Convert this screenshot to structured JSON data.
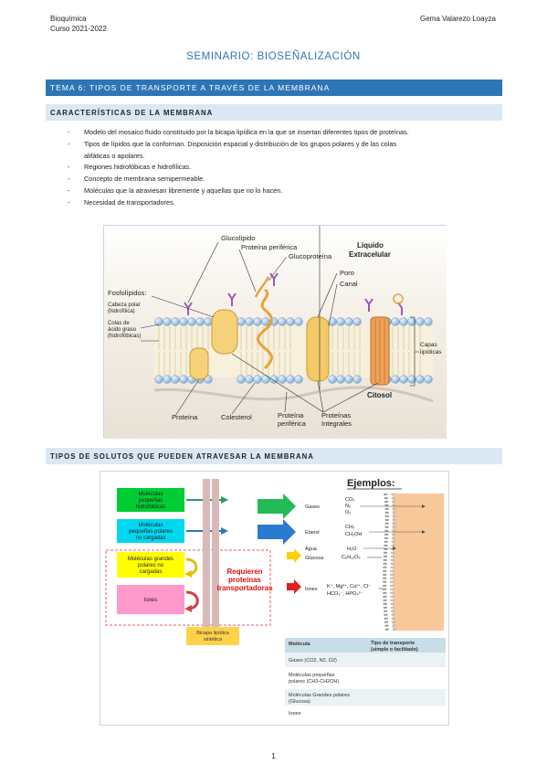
{
  "header": {
    "subject": "Bioquímica",
    "course": "Curso 2021-2022",
    "author": "Gema Valarezo Loayza"
  },
  "page_title": "SEMINARIO: BIOSEÑALIZACIÓN",
  "topic_band": "TEMA 6: TIPOS DE TRANSPORTE A TRAVÉS DE LA MEMBRANA",
  "section1": {
    "heading": "CARACTERÍSTICAS DE LA MEMBRANA",
    "bullets": [
      "Modelo del mosaico fluido constituido por la bicapa lipídica en la que se insertan diferentes tipos de proteínas.",
      "Tipos de lípidos que la conforman. Disposición espacial y distribución de los grupos polares y de las colas",
      "alifáticas o apolares.",
      "Regiones hidrofóbicas e hidrofílicas.",
      "Concepto de membrana semipermeable.",
      "Moléculas que la atraviesan libremente y aquellas que no lo hacen.",
      "Necesidad de transportadores."
    ]
  },
  "figure1": {
    "labels": {
      "glucolipido": "Glucolípido",
      "proteina_periferica_top": "Proteína periférica",
      "glucoproteina": "Glucoproteína",
      "liquido": "Líquido",
      "extracelular": "Extracelular",
      "poro": "Poro",
      "canal": "Canal",
      "fosfolipidos": "Fosfolípidos:",
      "cabeza": "Cabeza polar",
      "cabeza2": "(hidrofílica)",
      "colas": "Colas de",
      "colas2": "ácido graso",
      "colas3": "(hidrofóbicas)",
      "capas": "Capas",
      "capas2": "lipídicas",
      "citosol": "Citosol",
      "proteina": "Proteína",
      "colesterol": "Colesterol",
      "proteina_periferica_bottom": "Proteína",
      "proteina_periferica_bottom2": "periférica",
      "proteinas_integrales": "Proteínas",
      "proteinas_integrales2": "Integrales"
    }
  },
  "section2": {
    "heading": "TIPOS DE SOLUTOS QUE PUEDEN ATRAVESAR LA MEMBRANA"
  },
  "figure2": {
    "boxes": [
      {
        "text1": "Moléculas",
        "text2": "pequeñas",
        "text3": "hidrofóbicas",
        "color": "#00cc33"
      },
      {
        "text1": "Moléculas",
        "text2": "pequeñas polares",
        "text3": "no cargadas",
        "color": "#00d8f0"
      },
      {
        "text1": "Moléculas grandes",
        "text2": "polares no",
        "text3": "cargadas",
        "color": "#ffff00"
      },
      {
        "text1": "Iones",
        "text2": "",
        "text3": "",
        "color": "#ff99cc"
      }
    ],
    "requieren1": "Requieren",
    "requieren2": "proteínas",
    "requieren3": "transportadoras",
    "bicapa1": "Bicapa lipídica",
    "bicapa2": "sintética",
    "ejemplos": "Ejemplos:",
    "examples": [
      {
        "label": "Gases",
        "formula1": "CO₂",
        "formula2": "N₂",
        "formula3": "O₂"
      },
      {
        "label": "Etanol",
        "formula1": "CH₃",
        "formula2": "CH₂OH",
        "formula3": ""
      },
      {
        "label": "Agua",
        "formula1": "H₂O",
        "formula2": "",
        "formula3": ""
      },
      {
        "label": "Glucosa",
        "formula1": "C₆H₁₂O₆",
        "formula2": "",
        "formula3": ""
      },
      {
        "label": "Iones",
        "formula1": "K⁺, Mg²⁺, Ca²⁺, Cl⁻",
        "formula2": "HCO₃⁻, HPO₄²⁻",
        "formula3": ""
      }
    ],
    "table": {
      "col1": "Molécula",
      "col2a": "Tipo de transporte",
      "col2b": "(simple o facilitado)",
      "rows": [
        [
          "Gases (CO2, N2, O2)",
          ""
        ],
        [
          "Moléculas pequeñas",
          "polares (CH3-CH2OH)"
        ],
        [
          "Moléculas Grandes polares",
          "(Glucosa)"
        ],
        [
          "Iones",
          ""
        ]
      ]
    }
  },
  "page_number": "1",
  "colors": {
    "accent": "#2e75b6",
    "light_band": "#dbe8f4"
  }
}
